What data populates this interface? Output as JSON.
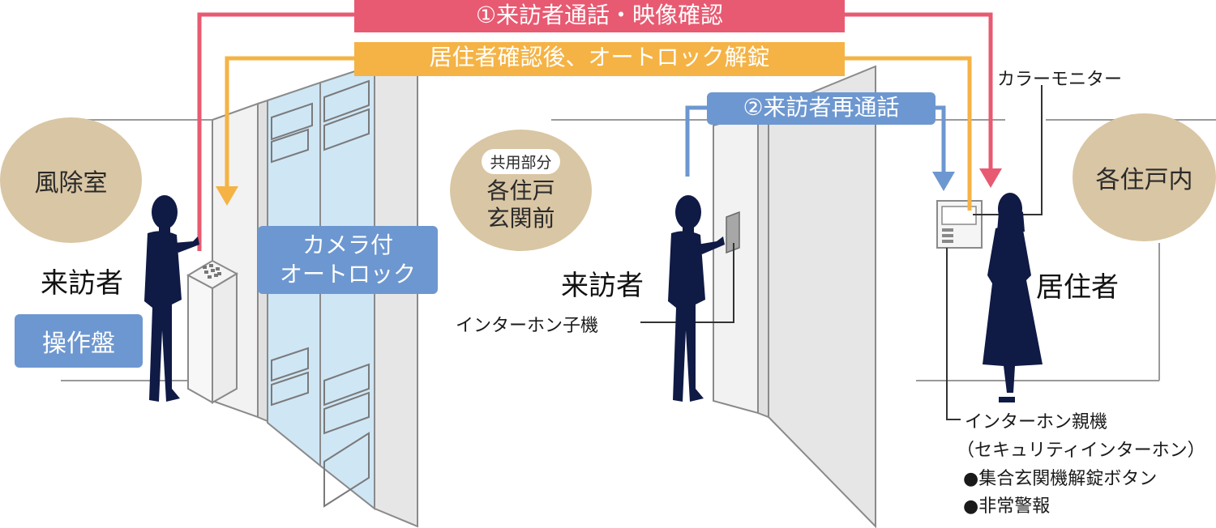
{
  "banners": {
    "call_video": "①来訪者通話・映像確認",
    "unlock": "居住者確認後、オートロック解錠",
    "recall": "②来訪者再通話"
  },
  "areas": {
    "windbreak": "風除室",
    "common_tag": "共用部分",
    "entrance_line1": "各住戸",
    "entrance_line2": "玄関前",
    "unit_interior": "各住戸内"
  },
  "people": {
    "visitor_left": "来訪者",
    "visitor_center": "来訪者",
    "resident": "居住者"
  },
  "devices": {
    "panel": "操作盤",
    "autolock_line1": "カメラ付",
    "autolock_line2": "オートロック",
    "sub_unit": "インターホン子機",
    "color_monitor": "カラーモニター",
    "master_unit": "インターホン親機",
    "master_unit_sub": "（セキュリティインターホン）",
    "feature_1": "●集合玄関機解錠ボタン",
    "feature_2": "●非常警報"
  },
  "colors": {
    "red": "#e85a71",
    "orange": "#f5b345",
    "blue": "#6d97d0",
    "beige": "#d9c6a4",
    "silhouette": "#0f1a45",
    "glass": "#cfe6f5",
    "wall": "#e6e6e6"
  }
}
